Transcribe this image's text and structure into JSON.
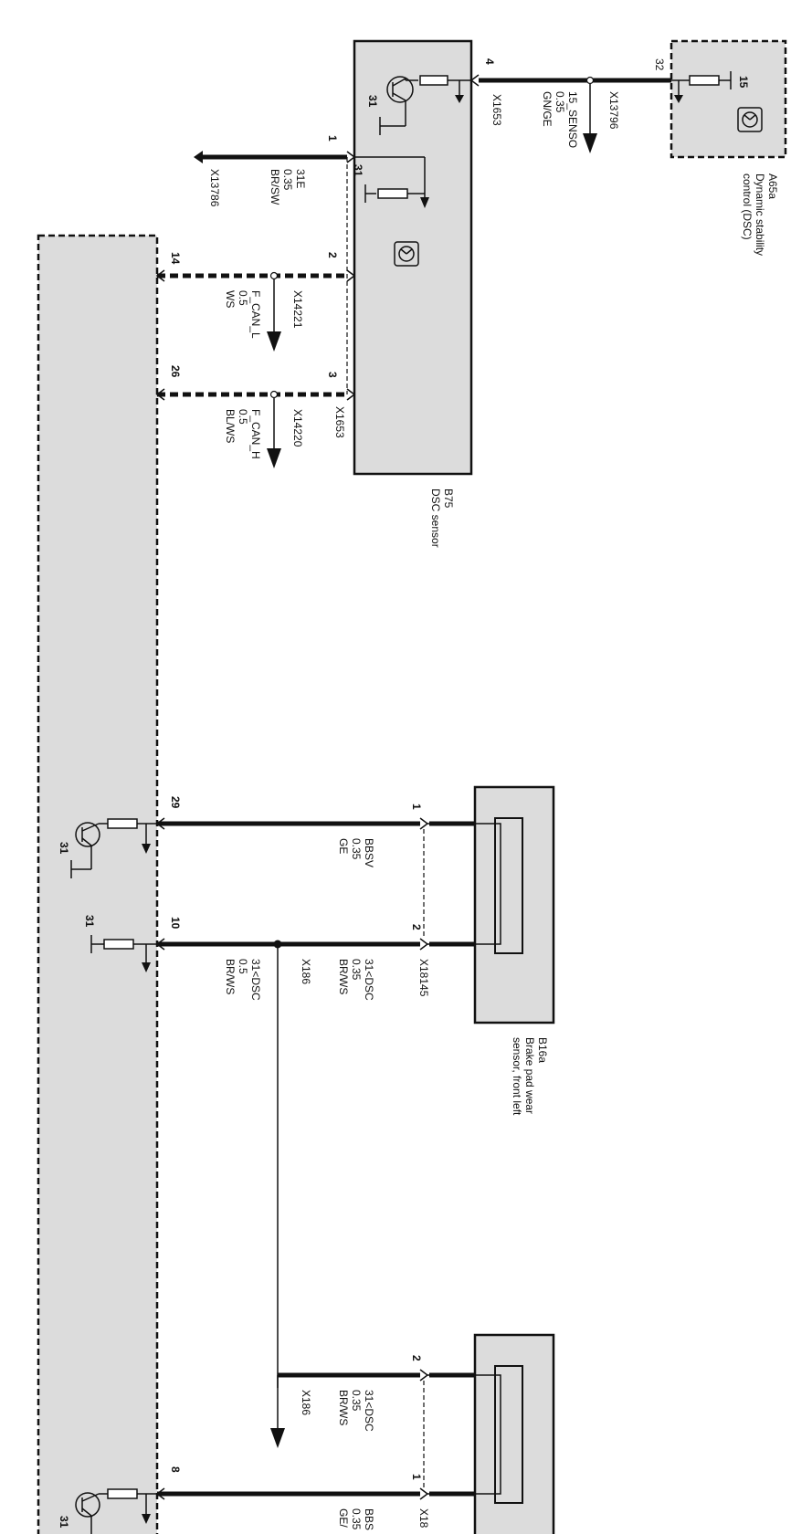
{
  "components": {
    "dsc_control": {
      "id": "A65a",
      "name_line1": "Dynamic stability",
      "name_line2": "control (DSC)",
      "pin_top": "32",
      "pin_label": "15"
    },
    "dsc_sensor": {
      "id": "B75",
      "name": "DSC sensor",
      "pin_4": "4",
      "pin_1": "1",
      "pin_2": "2",
      "pin_3": "3",
      "ground_a": "31",
      "ground_b": "31",
      "connector_top": "X1653",
      "connector_bottom": "X1653"
    },
    "brake_pad_front_left": {
      "id": "B16a",
      "name_line1": "Brake pad wear",
      "name_line2": "sensor, front left",
      "pin_1": "1",
      "pin_2": "2",
      "connector": "X18145"
    },
    "brake_pad_second": {
      "pin_2": "2",
      "pin_1": "1",
      "connector": "X18"
    },
    "left_module": {
      "pin_14": "14",
      "pin_26": "26",
      "pin_29": "29",
      "pin_10": "10",
      "pin_8": "8",
      "ground_29": "31",
      "ground_10": "31",
      "ground_8": "31"
    }
  },
  "wires": {
    "w15_senso": {
      "connector": "X13796",
      "name": "15_SENSO",
      "gauge": "0.35",
      "color": "GN/GE"
    },
    "w31e": {
      "name": "31E",
      "gauge": "0.35",
      "color": "BR/SW",
      "connector": "X13786"
    },
    "fcan_l": {
      "connector": "X14221",
      "name": "F_CAN_L",
      "gauge": "0.5",
      "color": "WS"
    },
    "fcan_h": {
      "connector": "X14220",
      "name": "F_CAN_H",
      "gauge": "0.5",
      "color": "BL/WS"
    },
    "bbsv": {
      "name": "BBSV",
      "gauge": "0.35",
      "color": "GE"
    },
    "dsc_front_upper": {
      "name": "31<DSC",
      "gauge": "0.35",
      "color": "BR/WS"
    },
    "dsc_front_lower": {
      "name": "31<DSC",
      "gauge": "0.5",
      "color": "BR/WS",
      "splice": "X186"
    },
    "dsc_rear": {
      "name": "31<DSC",
      "gauge": "0.35",
      "color": "BR/WS",
      "splice": "X186"
    },
    "bbs_rear": {
      "name": "BBS",
      "gauge": "0.35",
      "color": "GE/"
    }
  },
  "colors": {
    "box_fill": "#dcdcdc",
    "line": "#111111"
  }
}
